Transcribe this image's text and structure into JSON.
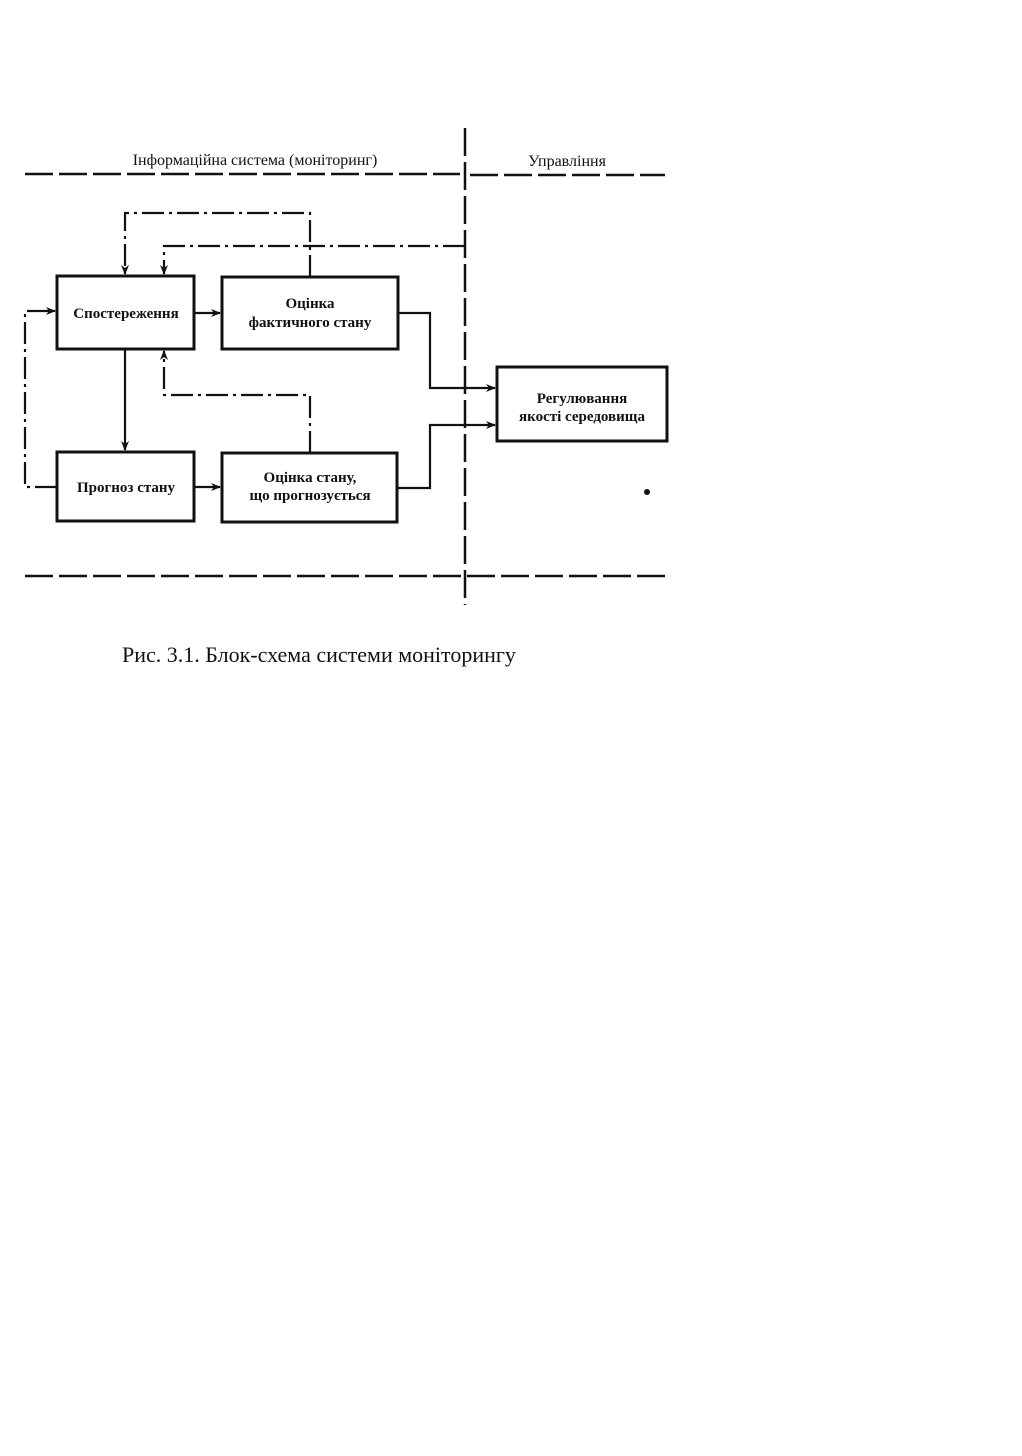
{
  "header": {
    "left_title": "Інформаційна система (моніторинг)",
    "right_title": "Управління"
  },
  "blocks": {
    "observation": "Спостереження",
    "actual_state_line1": "Оцінка",
    "actual_state_line2": "фактичного стану",
    "forecast": "Прогноз стану",
    "forecast_eval_line1": "Оцінка стану,",
    "forecast_eval_line2": "що прогнозується",
    "regulation_line1": "Регулювання",
    "regulation_line2": "якості середовища"
  },
  "caption": "Рис. 3.1. Блок-схема системи моніторингу"
}
